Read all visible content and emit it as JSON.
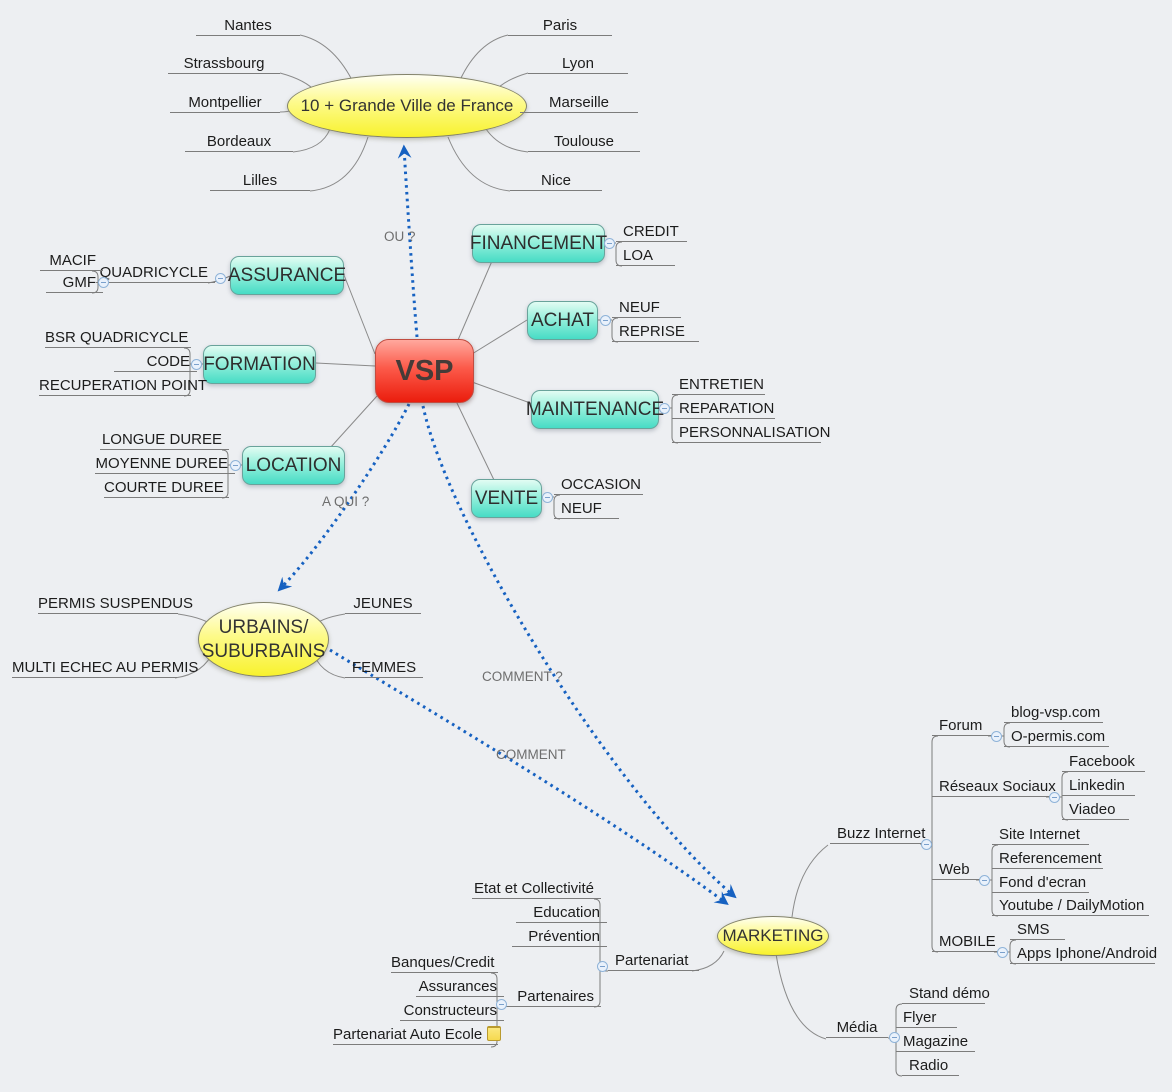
{
  "center": {
    "label": "VSP"
  },
  "colors": {
    "center_node": "#ec1c0c",
    "branch_node": "#47dcc5",
    "floating_node": "#f8f22d",
    "relationship_line": "#1661c1"
  },
  "relationships": {
    "ou": "OU ?",
    "a_qui": "A QUI ?",
    "comment_q": "COMMENT ?",
    "comment": "COMMENT"
  },
  "cities": {
    "title": "10 + Grande Ville de France",
    "left": [
      "Nantes",
      "Strassbourg",
      "Montpellier",
      "Bordeaux",
      "Lilles"
    ],
    "right": [
      "Paris",
      "Lyon",
      "Marseille",
      "Toulouse",
      "Nice"
    ]
  },
  "branches": {
    "financement": {
      "label": "FINANCEMENT",
      "children": [
        "CREDIT",
        "LOA"
      ]
    },
    "achat": {
      "label": "ACHAT",
      "children": [
        "NEUF",
        "REPRISE"
      ]
    },
    "maintenance": {
      "label": "MAINTENANCE",
      "children": [
        "ENTRETIEN",
        "REPARATION",
        "PERSONNALISATION"
      ]
    },
    "vente": {
      "label": "VENTE",
      "children": [
        "OCCASION",
        "NEUF"
      ]
    },
    "assurance": {
      "label": "ASSURANCE",
      "child": "QUADRICYCLE",
      "grandchildren": [
        "MACIF",
        "GMF"
      ]
    },
    "formation": {
      "label": "FORMATION",
      "children": [
        "BSR QUADRICYCLE",
        "CODE",
        "RECUPERATION POINT"
      ]
    },
    "location": {
      "label": "LOCATION",
      "children": [
        "LONGUE DUREE",
        "MOYENNE DUREE",
        "COURTE DUREE"
      ]
    }
  },
  "urbains": {
    "line1": "URBAINS/",
    "line2": "SUBURBAINS",
    "left": [
      "PERMIS SUSPENDUS",
      "MULTI ECHEC AU PERMIS"
    ],
    "right": [
      "JEUNES",
      "FEMMES"
    ]
  },
  "marketing": {
    "label": "MARKETING",
    "buzz": {
      "label": "Buzz Internet",
      "forum": {
        "label": "Forum",
        "children": [
          "blog-vsp.com",
          "O-permis.com"
        ]
      },
      "reseaux": {
        "label": "Réseaux Sociaux",
        "children": [
          "Facebook",
          "Linkedin",
          "Viadeo"
        ]
      },
      "web": {
        "label": "Web",
        "children": [
          "Site Internet",
          "Referencement",
          "Fond d'ecran",
          "Youtube / DailyMotion"
        ]
      },
      "mobile": {
        "label": "MOBILE",
        "children": [
          "SMS",
          "Apps Iphone/Android"
        ]
      }
    },
    "partenariat": {
      "label": "Partenariat",
      "etat": {
        "label": "Etat et Collectivité",
        "children": [
          "Education",
          "Prévention"
        ]
      },
      "partenaires": {
        "label": "Partenaires",
        "children": [
          "Banques/Credit",
          "Assurances",
          "Constructeurs",
          "Partenariat Auto Ecole"
        ]
      }
    },
    "media": {
      "label": "Média",
      "children": [
        "Stand démo",
        "Flyer",
        "Magazine",
        "Radio"
      ]
    }
  }
}
